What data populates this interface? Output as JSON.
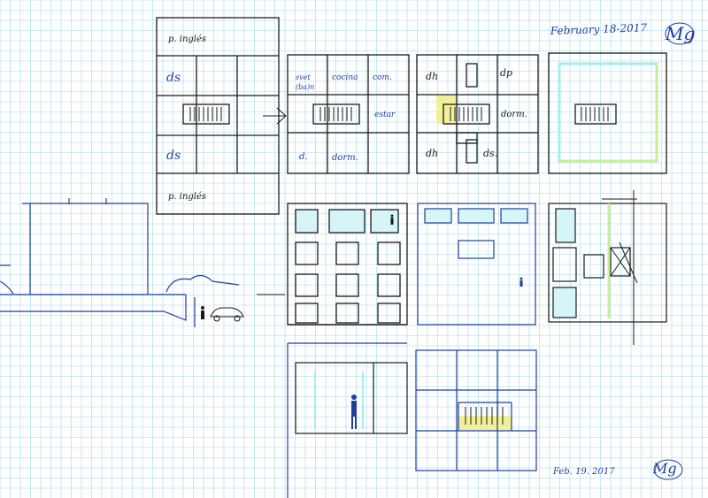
{
  "header": {
    "date_top": "February 18-2017",
    "date_bottom": "Feb. 19. 2017",
    "signature_top": "Mg",
    "signature_bottom": "Mg"
  },
  "plan_left": {
    "top_label": "p. inglés",
    "row2_label": "ds",
    "row4_label": "ds",
    "bottom_label": "p. inglés"
  },
  "plan_mid": {
    "label_sv": "svet",
    "label_sv2": "(ba)n",
    "label_cocina": "cocina",
    "label_comedor": "com.",
    "label_estar": "estar",
    "label_d": "d.",
    "label_dorm": "dorm."
  },
  "plan_right": {
    "label_dh_top": "dh",
    "label_dp": "dp",
    "label_dorm": "dorm.",
    "label_dh_bottom": "dh",
    "label_ds": "ds."
  },
  "colors": {
    "grid": "#9fd8f0",
    "ink_black": "#1a1a1a",
    "ink_blue": "#1f3f9a",
    "highlight_yellow": "#f1f09a",
    "highlight_cyan": "#a6ecf0",
    "highlight_green": "#c9ec9a"
  }
}
